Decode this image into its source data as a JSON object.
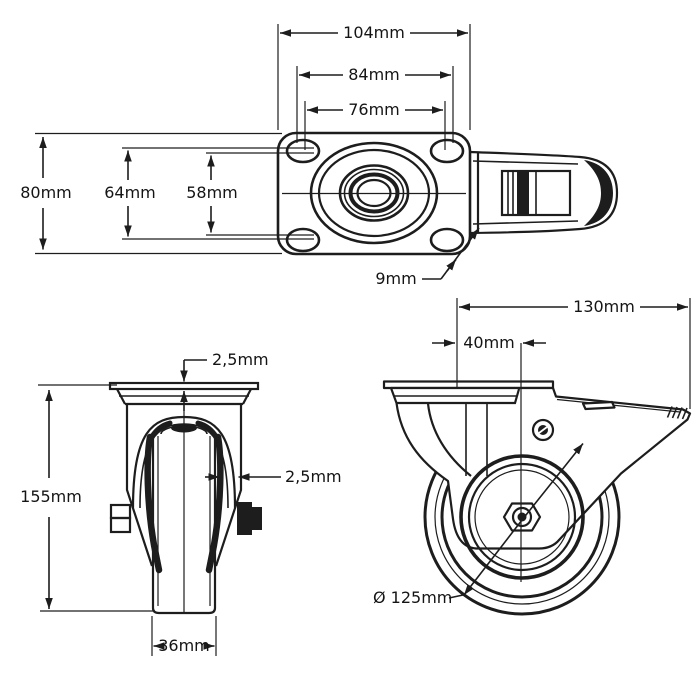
{
  "top_view": {
    "overall_width": "104mm",
    "bolt_spacing_outer": "84mm",
    "bolt_spacing_inner": "76mm",
    "overall_depth": "80mm",
    "bolt_spacing_depth_outer": "64mm",
    "bolt_spacing_depth_inner": "58mm",
    "bolt_hole_diameter": "9mm"
  },
  "front_view": {
    "plate_thickness": "2,5mm",
    "fork_thickness": "2,5mm",
    "overall_height": "155mm",
    "wheel_width": "36mm"
  },
  "side_view": {
    "overall_length": "130mm",
    "swivel_offset": "40mm",
    "wheel_diameter": "Ø 125mm"
  },
  "colors": {
    "line": "#1d1d1d",
    "background": "#ffffff"
  }
}
